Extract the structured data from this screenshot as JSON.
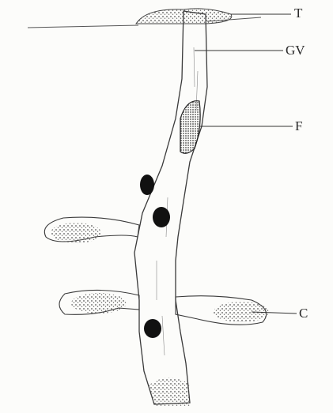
{
  "labels": {
    "t": "T",
    "gv": "GV",
    "f": "F",
    "c": "C"
  },
  "colors": {
    "ink": "#2a2a2a",
    "stipple": "#555555",
    "nucleus": "#111111",
    "paper": "#fcfcfa"
  }
}
